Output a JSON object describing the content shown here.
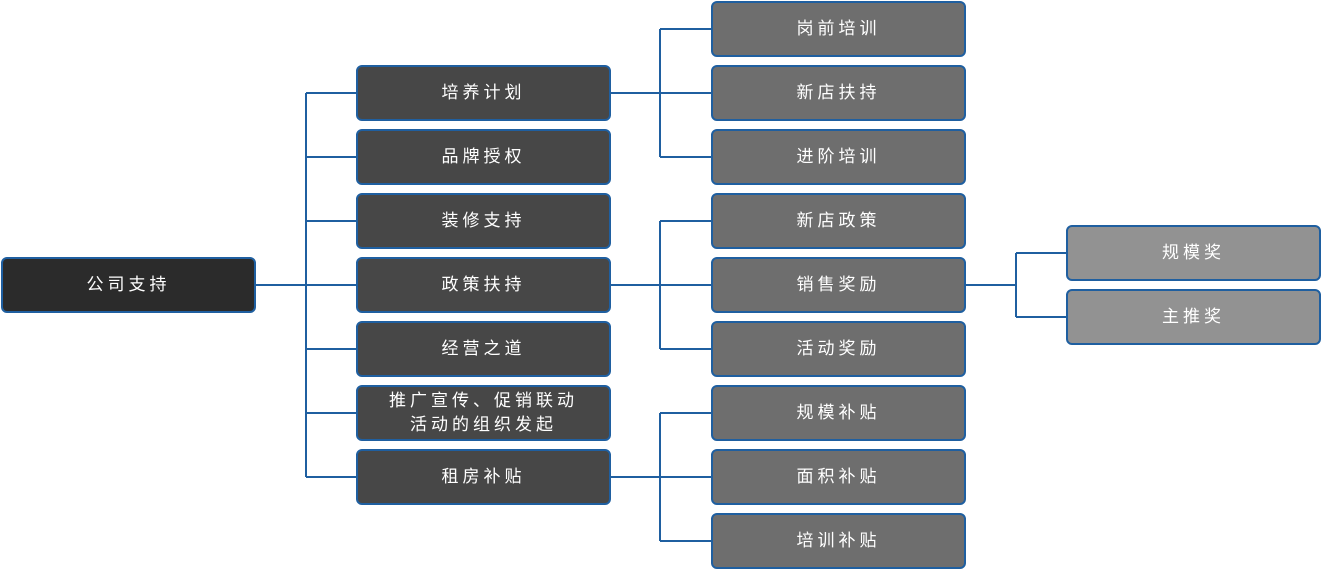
{
  "diagram": {
    "root": {
      "label": "公司支持",
      "children": [
        {
          "label": "培养计划",
          "children": [
            {
              "label": "岗前培训"
            },
            {
              "label": "新店扶持"
            },
            {
              "label": "进阶培训"
            }
          ]
        },
        {
          "label": "品牌授权"
        },
        {
          "label": "装修支持"
        },
        {
          "label": "政策扶持",
          "children": [
            {
              "label": "新店政策"
            },
            {
              "label": "销售奖励",
              "children": [
                {
                  "label": "规模奖"
                },
                {
                  "label": "主推奖"
                }
              ]
            },
            {
              "label": "活动奖励"
            }
          ]
        },
        {
          "label": "经营之道"
        },
        {
          "label": "推广宣传、促销联动\n活动的组织发起"
        },
        {
          "label": "租房补贴",
          "children": [
            {
              "label": "规模补贴"
            },
            {
              "label": "面积补贴"
            },
            {
              "label": "培训补贴"
            }
          ]
        }
      ]
    },
    "colors": {
      "connector": "#1f5fa0",
      "node_border": "#1f5fa0",
      "level_0_fill": "#2b2b2b",
      "level_1_fill": "#474747",
      "level_2_fill": "#6e6e6e",
      "level_3_fill": "#929292",
      "text": "#ffffff"
    }
  }
}
